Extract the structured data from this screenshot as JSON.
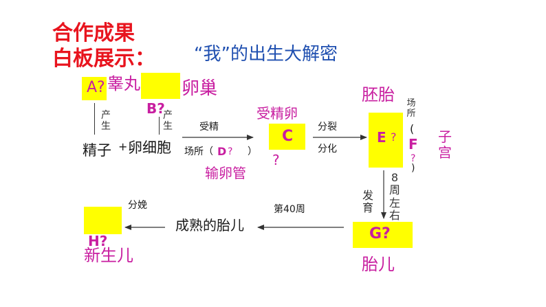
{
  "header": {
    "title_line1": "合作成果",
    "title_line2": "白板展示：",
    "subtitle": "“我”的出生大解密"
  },
  "nodes": {
    "a_label": "A?",
    "a_text": "睾丸",
    "b_text": "卵巢",
    "b_label": "B?",
    "sperm": "精子",
    "plus": "+",
    "egg": "卵细胞",
    "zygote": "受精卵",
    "c_label": "C",
    "c_q": "?",
    "embryo": "胚胎",
    "e_label": "E",
    "e_q": "?",
    "uterus": "子宫",
    "f_label": "F",
    "f_q": "?",
    "fetus": "胎儿",
    "g_label": "G?",
    "mature_fetus": "成熟的胎儿",
    "h_label": "H?",
    "newborn": "新生儿"
  },
  "edges": {
    "produce1": "产生",
    "produce2": "产生",
    "fertilize": "受精",
    "place_prefix": "场所（",
    "d_label": "D",
    "d_q": "?",
    "place_suffix": "）",
    "oviduct": "输卵管",
    "divide": "分裂",
    "differentiate": "分化",
    "place2": "场所",
    "paren_open": "(",
    "paren_close": ")",
    "eight_weeks": "8周左右",
    "develop": "发育",
    "week40": "第40周",
    "delivery": "分娩"
  }
}
